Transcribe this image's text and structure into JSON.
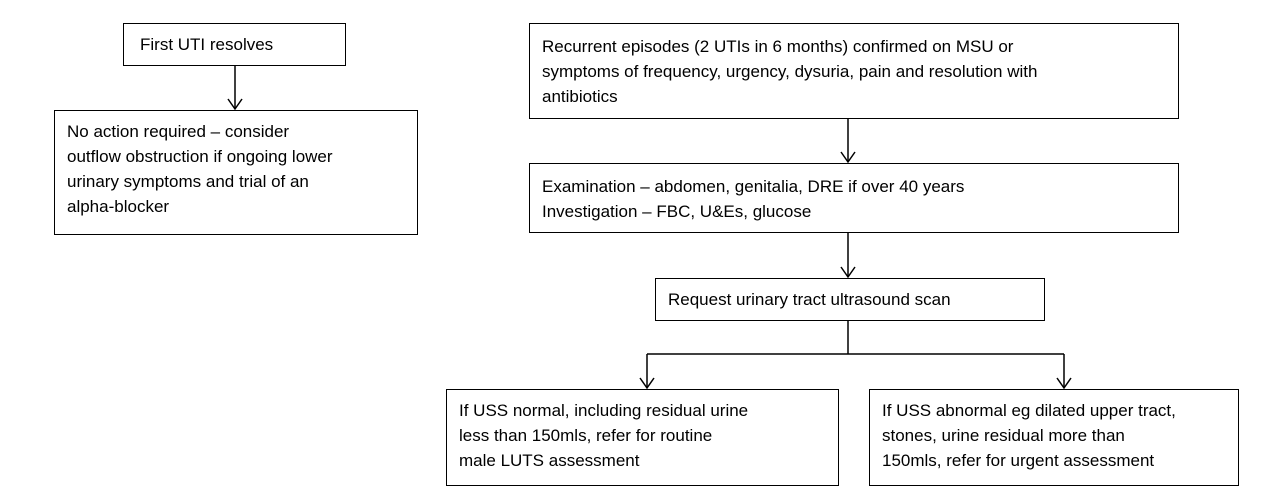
{
  "boxes": {
    "first_uti": {
      "lines": [
        "First UTI resolves"
      ]
    },
    "no_action": {
      "lines": [
        "No action required – consider",
        "outflow obstruction if ongoing lower",
        "urinary symptoms and trial of an",
        "alpha-blocker"
      ]
    },
    "recurrent": {
      "lines": [
        "Recurrent episodes (2 UTIs in 6 months) confirmed on MSU  or",
        "symptoms of frequency, urgency, dysuria, pain and resolution with",
        "antibiotics"
      ]
    },
    "exam": {
      "lines": [
        "Examination – abdomen, genitalia, DRE if over 40 years",
        "Investigation – FBC, U&Es, glucose"
      ]
    },
    "uss": {
      "lines": [
        "Request urinary tract ultrasound scan"
      ]
    },
    "normal": {
      "lines": [
        "If USS normal, including residual urine",
        "less than 150mls,  refer for routine",
        "male LUTS  assessment"
      ]
    },
    "abnormal": {
      "lines": [
        "If USS abnormal eg dilated upper tract,",
        "stones, urine residual more than",
        "150mls,  refer for urgent assessment"
      ]
    }
  }
}
